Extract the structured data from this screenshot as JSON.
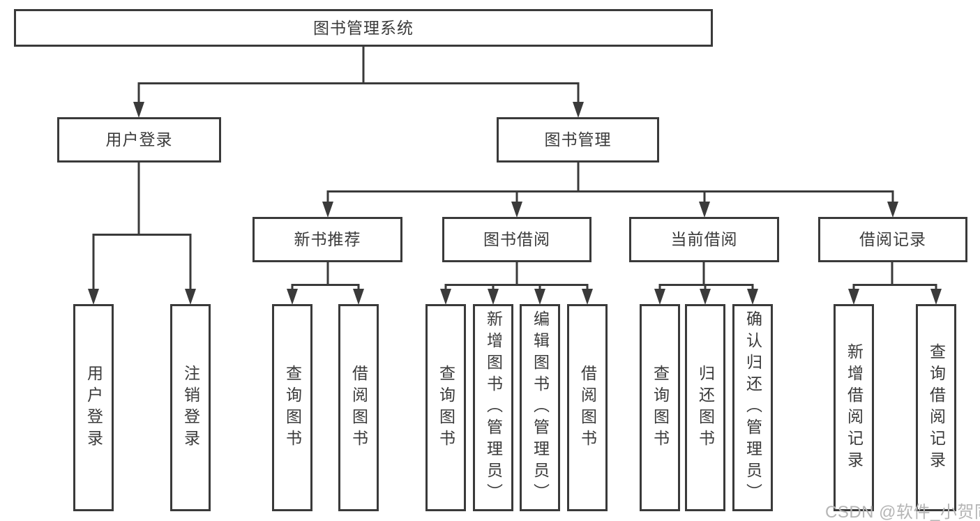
{
  "diagram": {
    "type": "hierarchy-tree",
    "root": {
      "label": "图书管理系统"
    },
    "level2": {
      "user_login": "用户登录",
      "book_mgmt": "图书管理"
    },
    "level3": {
      "new_book_rec": "新书推荐",
      "book_borrow": "图书借阅",
      "current_borrow": "当前借阅",
      "borrow_records": "借阅记录"
    },
    "leaves": {
      "user_login": [
        "用户登录",
        "注销登录"
      ],
      "new_book_rec": [
        "查询图书",
        "借阅图书"
      ],
      "book_borrow": [
        "查询图书",
        "新增图书（管理员）",
        "编辑图书（管理员）",
        "借阅图书"
      ],
      "current_borrow": [
        "查询图书",
        "归还图书",
        "确认归还（管理员）"
      ],
      "borrow_records": [
        "新增借阅记录",
        "查询借阅记录"
      ]
    },
    "colors": {
      "line": "#3a3a3a",
      "text": "#3a3a3a",
      "box_background": "#ffffff",
      "page_background": "#ffffff",
      "watermark": "#b5b5b5"
    }
  },
  "watermark": {
    "label": "CSDN @软件_小贺同学"
  }
}
